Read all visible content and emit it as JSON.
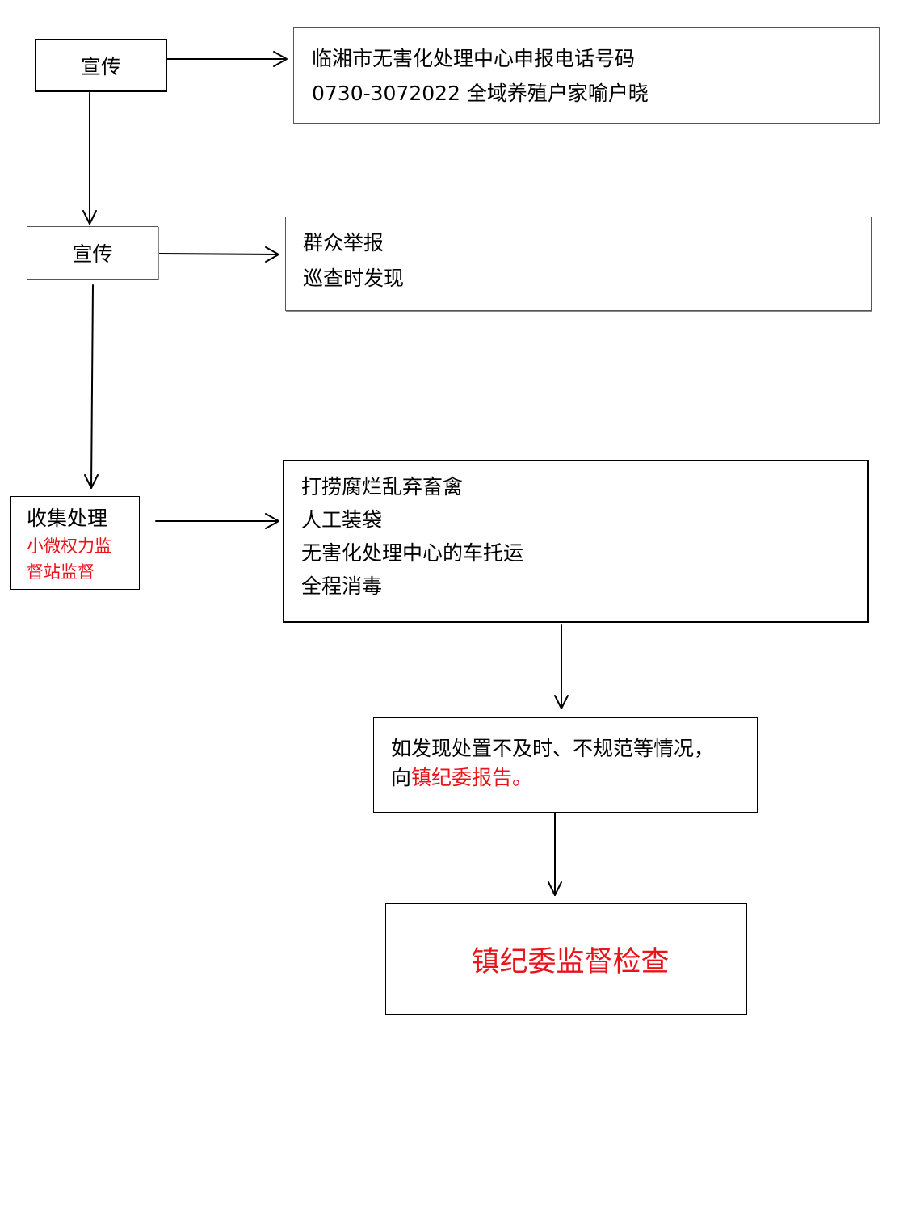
{
  "nodes": {
    "publicity_1": {
      "label": "宣传"
    },
    "hotline": {
      "line1": "临湘市无害化处理中心申报电话号码",
      "line2": "0730-3072022  全域养殖户家喻户晓"
    },
    "publicity_2": {
      "label": "宣传"
    },
    "discovery": {
      "line1": "群众举报",
      "line2": "巡查时发现"
    },
    "collection": {
      "label": "收集处理",
      "note_line1": "小微权力监",
      "note_line2": "督站监督"
    },
    "procedure": {
      "line1": "打捞腐烂乱弃畜禽",
      "line2": "人工装袋",
      "line3": "无害化处理中心的车托运",
      "line4": "全程消毒"
    },
    "report": {
      "line1": "如发现处置不及时、不规范等情况，",
      "line2_prefix": "向",
      "line2_highlight": "镇纪委报告。"
    },
    "inspection": {
      "label": "镇纪委监督检查"
    }
  },
  "colors": {
    "highlight": "#e8141b",
    "line": "#000000"
  }
}
